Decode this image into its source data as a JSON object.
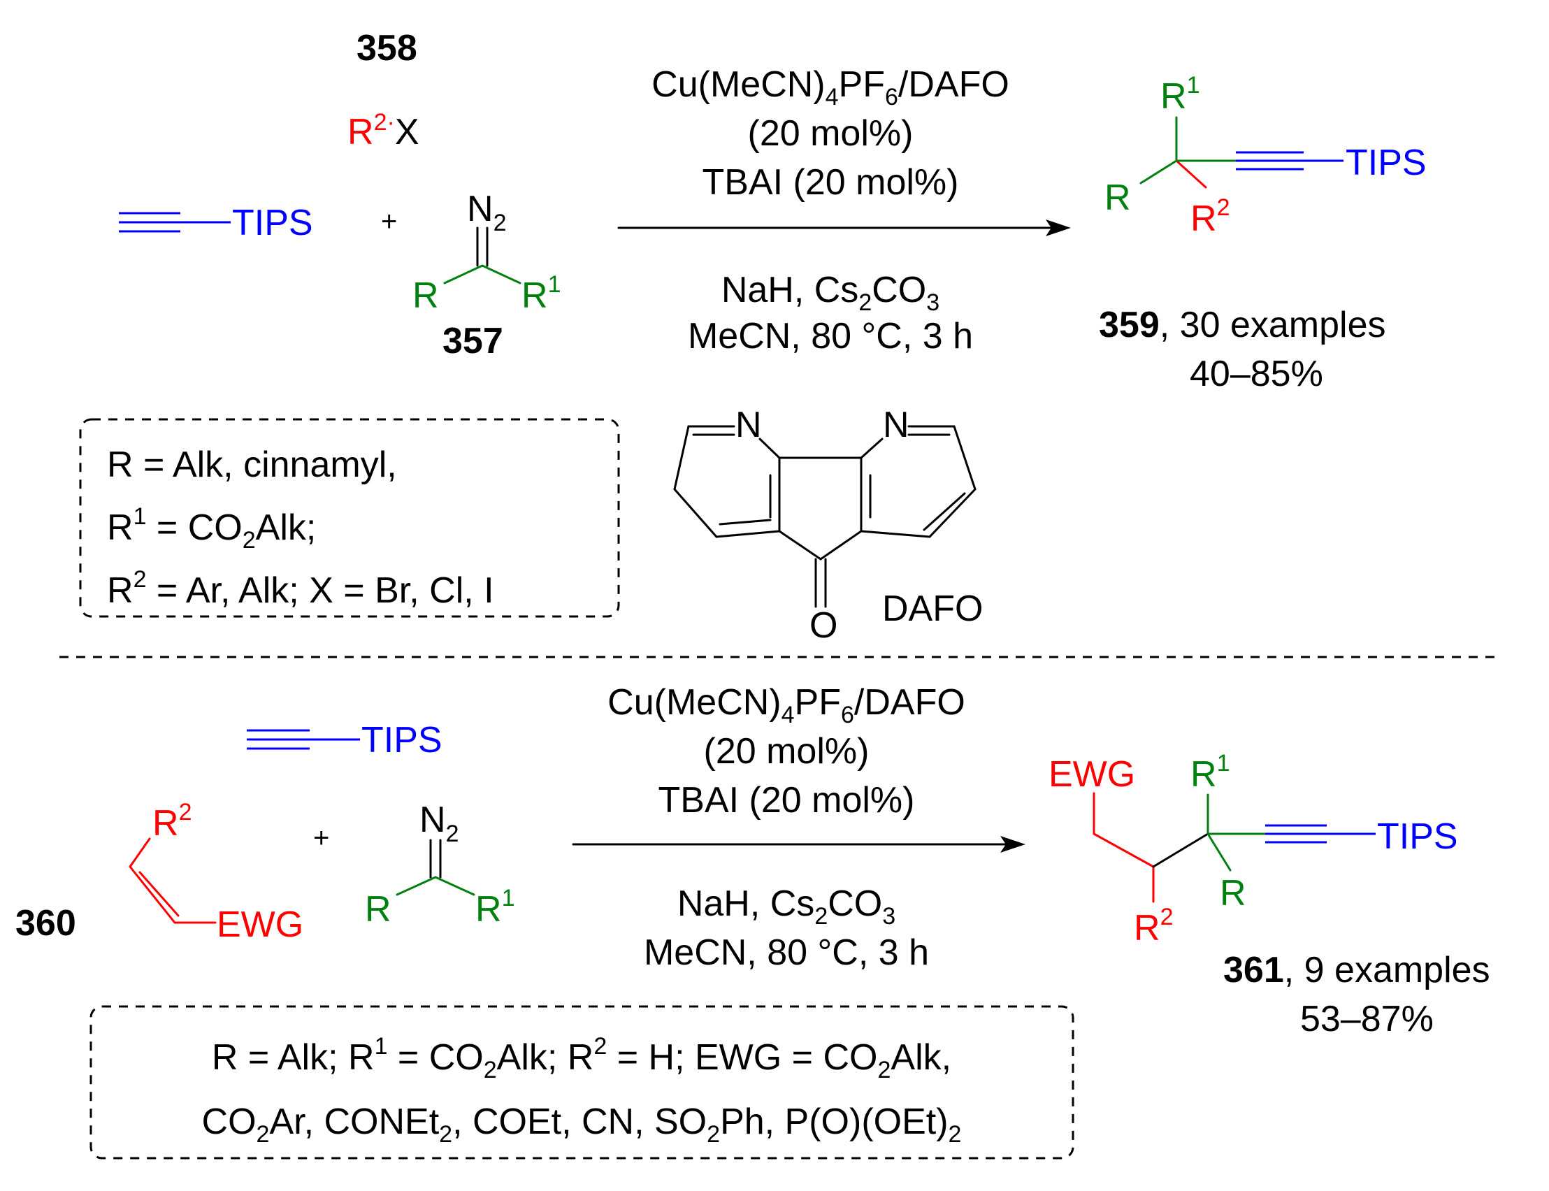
{
  "colors": {
    "reagent_blue": "#0000ff",
    "substituent_green": "#00800f",
    "substituent_red": "#ff0000",
    "text_black": "#000000"
  },
  "labels": {
    "tips": "TIPS",
    "r": "R",
    "r1": "R",
    "r2": "R",
    "sup1": "1",
    "sup2": "2",
    "x": "X",
    "n2_n": "N",
    "n2_sub": "2",
    "ewg": "EWG",
    "plus": "+",
    "n_atom": "N",
    "o_atom": "O",
    "dafo_name": "DAFO"
  },
  "scheme1": {
    "compound_358": "358",
    "compound_357": "357",
    "product_number": "359",
    "product_examples": ", 30 examples",
    "product_yield": "40–85%",
    "conditions_above": {
      "line1_pre": "Cu(MeCN)",
      "line1_sub1": "4",
      "line1_mid": "PF",
      "line1_sub2": "6",
      "line1_post": "/DAFO",
      "line2": "(20 mol%)",
      "line3": "TBAI (20 mol%)"
    },
    "conditions_below": {
      "line1_pre": "NaH, Cs",
      "line1_sub1": "2",
      "line1_mid": "CO",
      "line1_sub2": "3",
      "line2": "MeCN, 80 °C, 3 h"
    },
    "scope": {
      "line1": "R = Alk, cinnamyl,",
      "line2_a": "R",
      "line2_sup": "1",
      "line2_b": " = CO",
      "line2_sub": "2",
      "line2_c": "Alk;",
      "line3_a": "R",
      "line3_sup": "2",
      "line3_b": " = Ar, Alk; X = Br, Cl, I"
    }
  },
  "scheme2": {
    "compound_360": "360",
    "product_number": "361",
    "product_examples": ", 9 examples",
    "product_yield": "53–87%",
    "conditions_above": {
      "line1_pre": "Cu(MeCN)",
      "line1_sub1": "4",
      "line1_mid": "PF",
      "line1_sub2": "6",
      "line1_post": "/DAFO",
      "line2": "(20 mol%)",
      "line3": "TBAI (20 mol%)"
    },
    "conditions_below": {
      "line1_pre": "NaH, Cs",
      "line1_sub1": "2",
      "line1_mid": "CO",
      "line1_sub2": "3",
      "line2": "MeCN, 80 °C, 3 h"
    },
    "scope": {
      "l1_a": "R = Alk; R",
      "l1_sup1": "1",
      "l1_b": " = CO",
      "l1_sub1": "2",
      "l1_c": "Alk; R",
      "l1_sup2": "2",
      "l1_d": " = H; EWG = CO",
      "l1_sub2": "2",
      "l1_e": "Alk,",
      "l2_a": "CO",
      "l2_sub1": "2",
      "l2_b": "Ar, CONEt",
      "l2_sub2": "2",
      "l2_c": ", COEt, CN, SO",
      "l2_sub3": "2",
      "l2_d": "Ph, P(O)(OEt)",
      "l2_sub4": "2"
    }
  }
}
